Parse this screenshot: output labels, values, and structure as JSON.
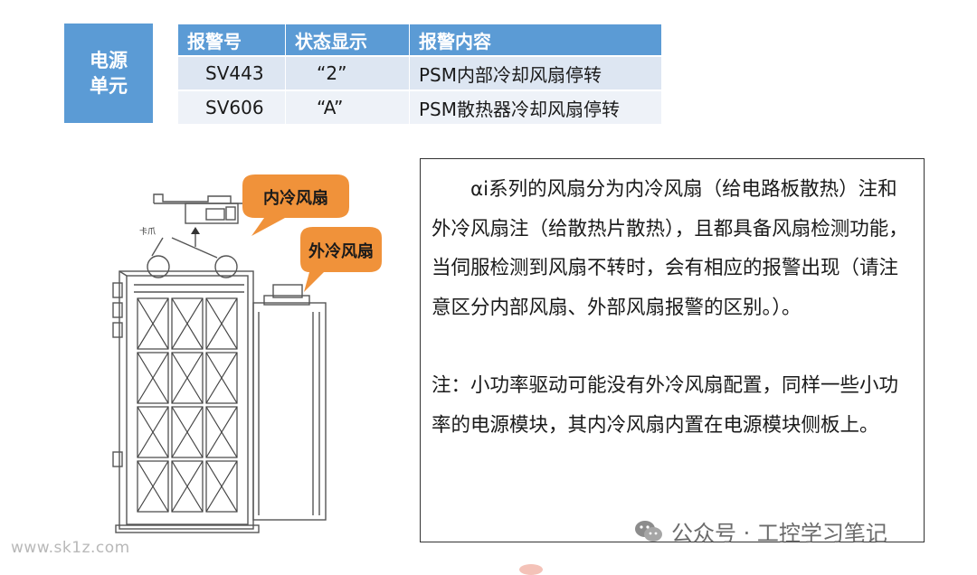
{
  "unit_label": {
    "line1": "电源",
    "line2": "单元"
  },
  "alarm_table": {
    "headers": [
      "报警号",
      "状态显示",
      "报警内容"
    ],
    "rows": [
      {
        "code": "SV443",
        "display": "“2”",
        "content": "PSM内部冷却风扇停转"
      },
      {
        "code": "SV606",
        "display": "“A”",
        "content": "PSM散热器冷却风扇停转"
      }
    ]
  },
  "callouts": {
    "inner_fan": "内冷风扇",
    "outer_fan": "外冷风扇",
    "clip_label": "卡爪"
  },
  "note": {
    "paragraph1": "αi系列的风扇分为内冷风扇（给电路板散热）注和外冷风扇注（给散热片散热），且都具备风扇检测功能，当伺服检测到风扇不转时，会有相应的报警出现（请注意区分内部风扇、外部风扇报警的区别。）。",
    "paragraph2": "注：小功率驱动可能没有外冷风扇配置，同样一些小功率的电源模块，其内冷风扇内置在电源模块侧板上。"
  },
  "watermarks": {
    "site": "www.sk1z.com",
    "account": "公众号 · 工控学习笔记",
    "account_icon": "wechat-icon"
  },
  "colors": {
    "header_blue": "#5b9bd5",
    "row_light": "#dde6f2",
    "callout_orange": "#f0923a"
  }
}
